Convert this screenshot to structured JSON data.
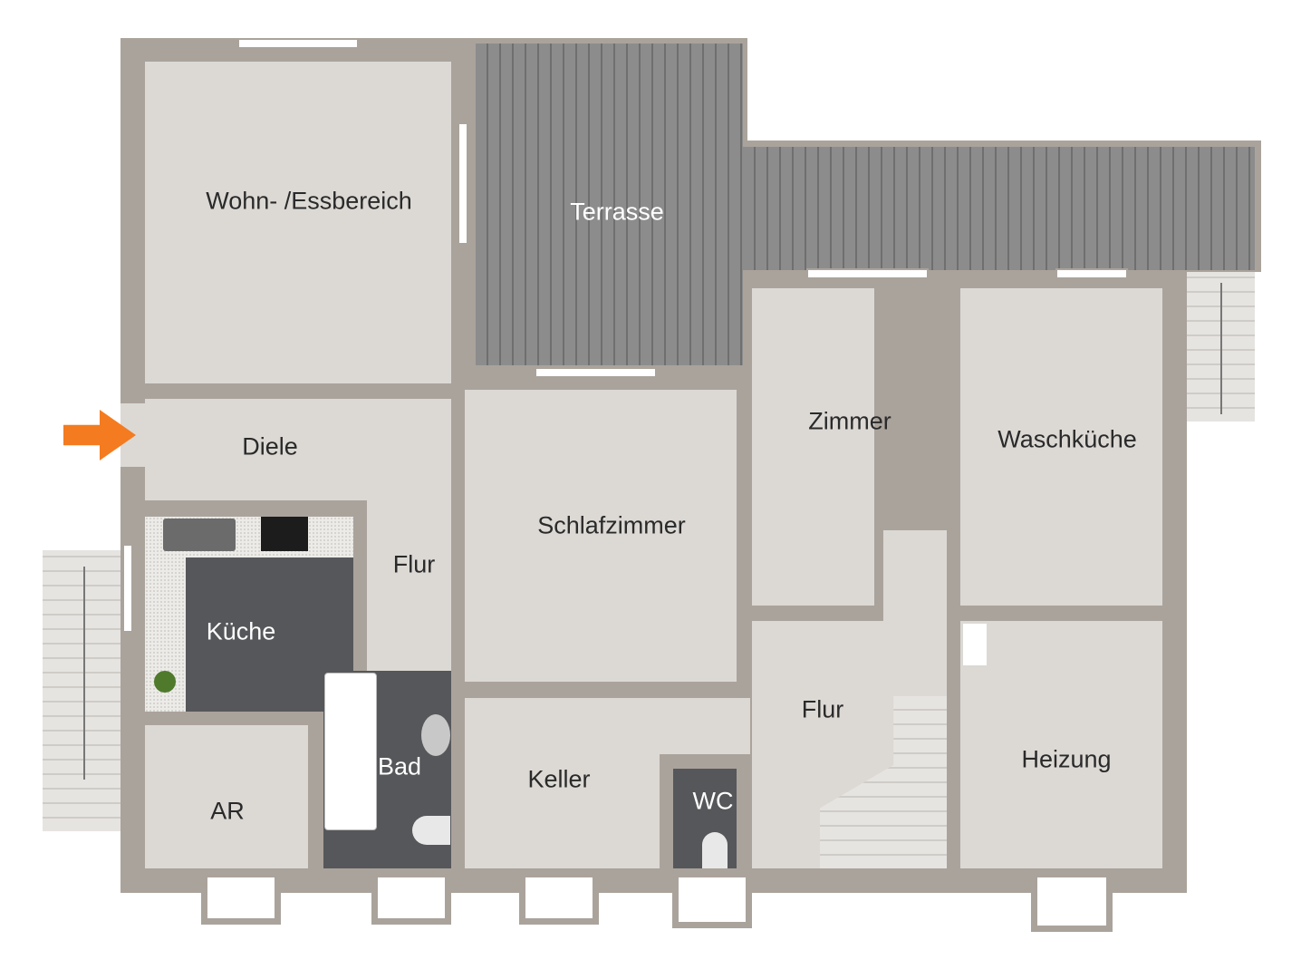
{
  "rooms": {
    "wohn": "Wohn- /Essbereich",
    "terrasse": "Terrasse",
    "diele": "Diele",
    "flur1": "Flur",
    "kueche": "Küche",
    "ar": "AR",
    "bad": "Bad",
    "schlafzimmer": "Schlafzimmer",
    "keller": "Keller",
    "wc": "WC",
    "zimmer": "Zimmer",
    "waschkueche": "Waschküche",
    "flur2": "Flur",
    "heizung": "Heizung"
  },
  "colors": {
    "wall": "#aaa39c",
    "floor": "#dcd9d5",
    "entrance_arrow": "#f47b20"
  }
}
